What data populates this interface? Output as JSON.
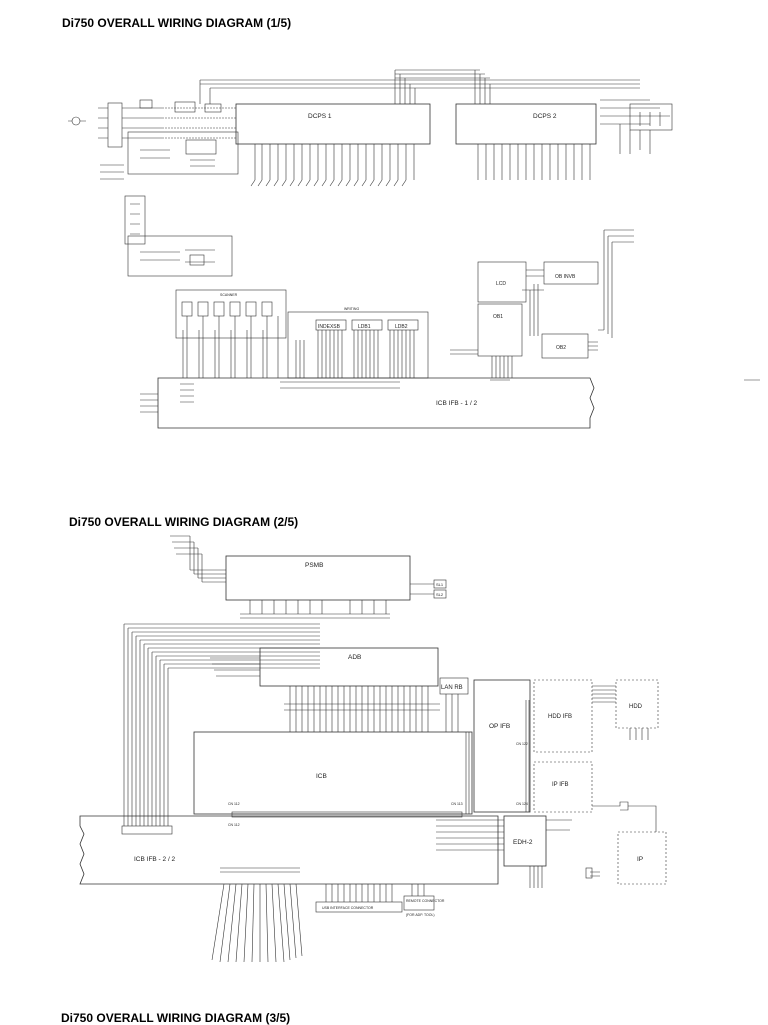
{
  "titles": {
    "page1": "Di750 OVERALL WIRING DIAGRAM (1/5)",
    "page2": "Di750 OVERALL WIRING DIAGRAM (2/5)",
    "page3": "Di750 OVERALL WIRING DIAGRAM (3/5)"
  },
  "boards": {
    "dcps1": "DCPS 1",
    "dcps2": "DCPS 2",
    "ob_invb": "OB INVB",
    "lcd": "LCD",
    "ob1": "OB1",
    "ob2": "OB2",
    "indexsb": "INDEXSB",
    "ldb1": "LDB1",
    "ldb2": "LDB2",
    "icb_ifb_1_2": "ICB IFB - 1 / 2",
    "psmb": "PSMB",
    "adb": "ADB",
    "lan_rb": "LAN RB",
    "op_ifb": "OP IFB",
    "hdd_ifb": "HDD IFB",
    "hdd": "HDD",
    "ip_ifb": "IP IFB",
    "icb": "ICB",
    "icb_ifb_2_2": "ICB IFB - 2 / 2",
    "edh2": "EDH-2",
    "ip": "IP",
    "scanner": "SCANNER",
    "writing": "WRITING",
    "sl1": "SL1",
    "sl2": "SL2"
  },
  "connectors": {
    "cn112_top": "CN 112",
    "cn112_bottom": "CN 112",
    "cn113": "CN 113",
    "cn122": "CN 122",
    "cn124": "CN 124",
    "usb_connector": "USB INTERFACE CONNECTOR",
    "remote_connector": "REMOTE CONNECTOR",
    "remote_connector_note": "(FOR ADP. TOOL)"
  },
  "colors": {
    "line": "#333333",
    "box_stroke": "#222222",
    "background": "#ffffff"
  }
}
